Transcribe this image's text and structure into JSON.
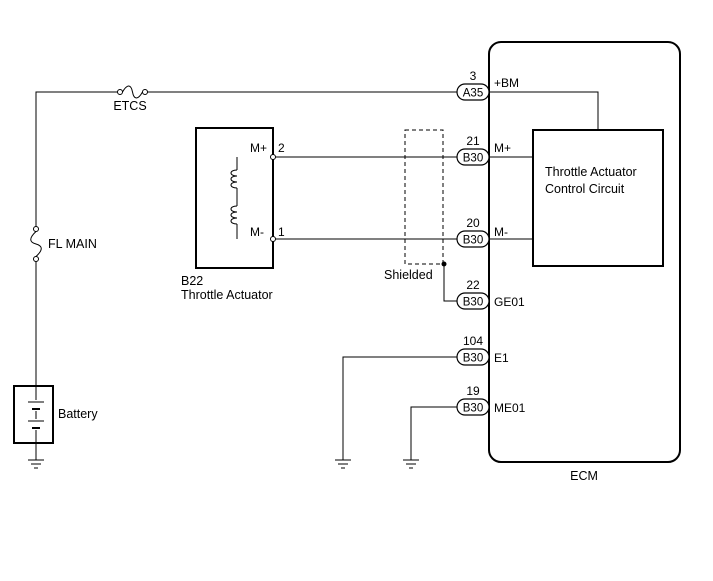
{
  "ecm": {
    "label": "ECM"
  },
  "control_circuit": {
    "line1": "Throttle Actuator",
    "line2": "Control Circuit"
  },
  "actuator": {
    "code": "B22",
    "name": "Throttle Actuator",
    "m_plus": "M+",
    "m_minus": "M-",
    "pin_plus": "2",
    "pin_minus": "1"
  },
  "fuses": {
    "etcs": "ETCS",
    "fl_main": "FL MAIN"
  },
  "battery": {
    "label": "Battery"
  },
  "shield": {
    "label": "Shielded"
  },
  "terminals": [
    {
      "num": "3",
      "conn": "A35",
      "signal": "+BM"
    },
    {
      "num": "21",
      "conn": "B30",
      "signal": "M+"
    },
    {
      "num": "20",
      "conn": "B30",
      "signal": "M-"
    },
    {
      "num": "22",
      "conn": "B30",
      "signal": "GE01"
    },
    {
      "num": "104",
      "conn": "B30",
      "signal": "E1"
    },
    {
      "num": "19",
      "conn": "B30",
      "signal": "ME01"
    }
  ]
}
